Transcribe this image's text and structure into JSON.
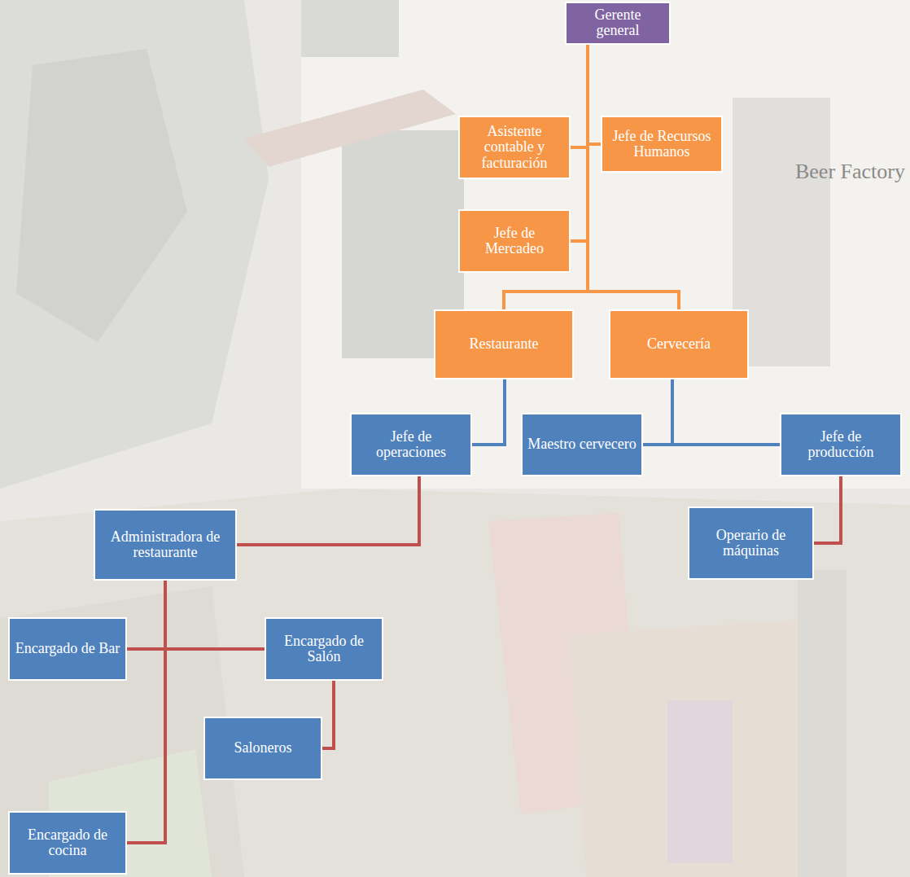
{
  "diagram": {
    "nodes": [
      {
        "text": [
          "Gerente general"
        ]
      },
      {
        "text": [
          "Asistente contable y facturación"
        ]
      },
      {
        "text": [
          "Jefe de Recursos Humanos"
        ]
      },
      {
        "text": [
          "Jefe de Mercadeo"
        ]
      },
      {
        "text": [
          "Restaurante"
        ]
      },
      {
        "text": [
          "Cervecería"
        ]
      },
      {
        "text": [
          "Jefe de operaciones"
        ]
      },
      {
        "text": [
          "Maestro cervecero"
        ]
      },
      {
        "text": [
          "Jefe de producción"
        ]
      },
      {
        "text": [
          "Administradora de restaurante"
        ]
      },
      {
        "text": [
          "Operario de máquinas"
        ]
      },
      {
        "text": [
          "Encargado de Bar"
        ]
      },
      {
        "text": [
          "Encargado de Salón"
        ]
      },
      {
        "text": [
          "Saloneros"
        ]
      },
      {
        "text": [
          "Encargado de cocina"
        ]
      }
    ],
    "edges": [
      {
        "from": 0,
        "to": 1,
        "arrow": "none"
      },
      {
        "from": 0,
        "to": 2,
        "arrow": "none"
      },
      {
        "from": 0,
        "to": 3,
        "arrow": "none"
      },
      {
        "from": 0,
        "to": 4,
        "arrow": "none"
      },
      {
        "from": 0,
        "to": 5,
        "arrow": "none"
      },
      {
        "from": 4,
        "to": 6,
        "arrow": "none"
      },
      {
        "from": 5,
        "to": 7,
        "arrow": "none"
      },
      {
        "from": 5,
        "to": 8,
        "arrow": "none"
      },
      {
        "from": 6,
        "to": 9,
        "arrow": "none"
      },
      {
        "from": 8,
        "to": 10,
        "arrow": "none"
      },
      {
        "from": 9,
        "to": 11,
        "arrow": "none"
      },
      {
        "from": 9,
        "to": 12,
        "arrow": "none"
      },
      {
        "from": 9,
        "to": 14,
        "arrow": "none"
      },
      {
        "from": 12,
        "to": 13,
        "arrow": "none"
      }
    ],
    "labels": [
      "Beer Factory"
    ]
  }
}
